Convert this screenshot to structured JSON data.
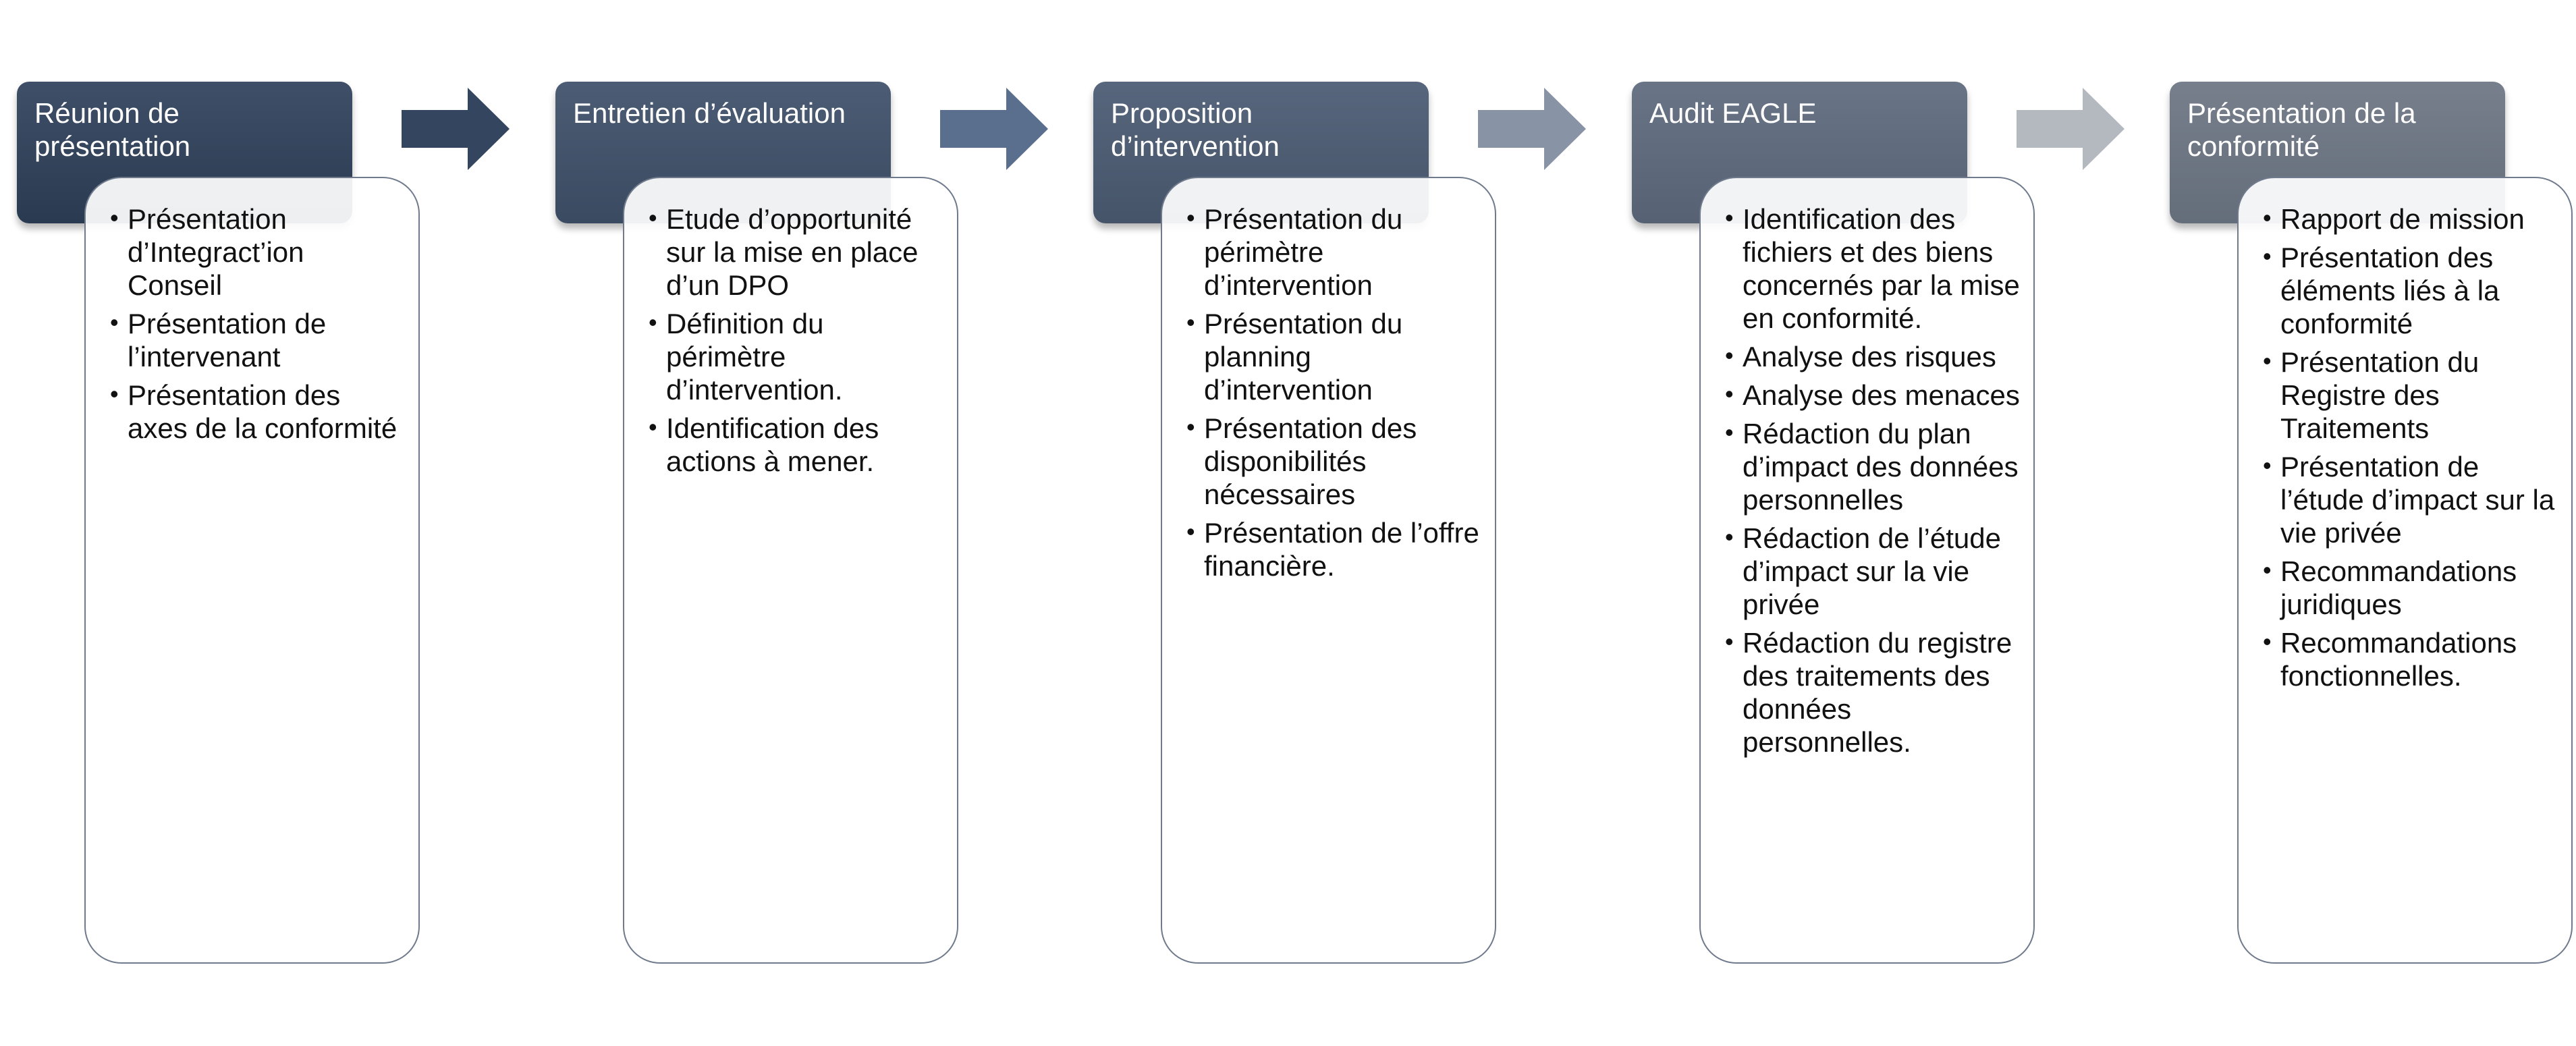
{
  "steps": [
    {
      "title": "Réunion de présentation",
      "items": [
        "Présentation d’Integract’ion Conseil",
        "Présentation de l’intervenant",
        "Présentation des axes de la conformité"
      ]
    },
    {
      "title": "Entretien d’évaluation",
      "items": [
        "Etude d’opportunité sur la mise en place d’un DPO",
        "Définition du périmètre d’intervention.",
        "Identification des actions à mener."
      ]
    },
    {
      "title": "Proposition d’intervention",
      "items": [
        "Présentation du périmètre d’intervention",
        "Présentation du planning d’intervention",
        "Présentation des disponibilités nécessaires",
        "Présentation de l’offre financière."
      ]
    },
    {
      "title": "Audit EAGLE",
      "items": [
        "Identification des fichiers et des biens concernés par la mise en conformité.",
        "Analyse des risques",
        "Analyse des menaces",
        "Rédaction du plan d’impact des données personnelles",
        "Rédaction de l’étude d’impact sur la vie privée",
        "Rédaction du registre des traitements des données personnelles."
      ]
    },
    {
      "title": "Présentation de la conformité",
      "items": [
        "Rapport de mission",
        "Présentation des éléments liés à la conformité",
        "Présentation du Registre des Traitements",
        "Présentation de l’étude d’impact sur la vie privée",
        "Recommandations juridiques",
        "Recommandations fonctionnelles."
      ]
    }
  ],
  "colors": {
    "step_headers": [
      "#2f3f55",
      "#3e4e66",
      "#4b5a70",
      "#5d6a7d",
      "#6d7683"
    ],
    "arrows": [
      "#34465f",
      "#5a6f8d",
      "#8894a6",
      "#b4b8bf"
    ],
    "card_border": "#6f7a8c"
  },
  "icons": {
    "connector": "right-arrow-icon",
    "bullet": "bullet-icon"
  }
}
